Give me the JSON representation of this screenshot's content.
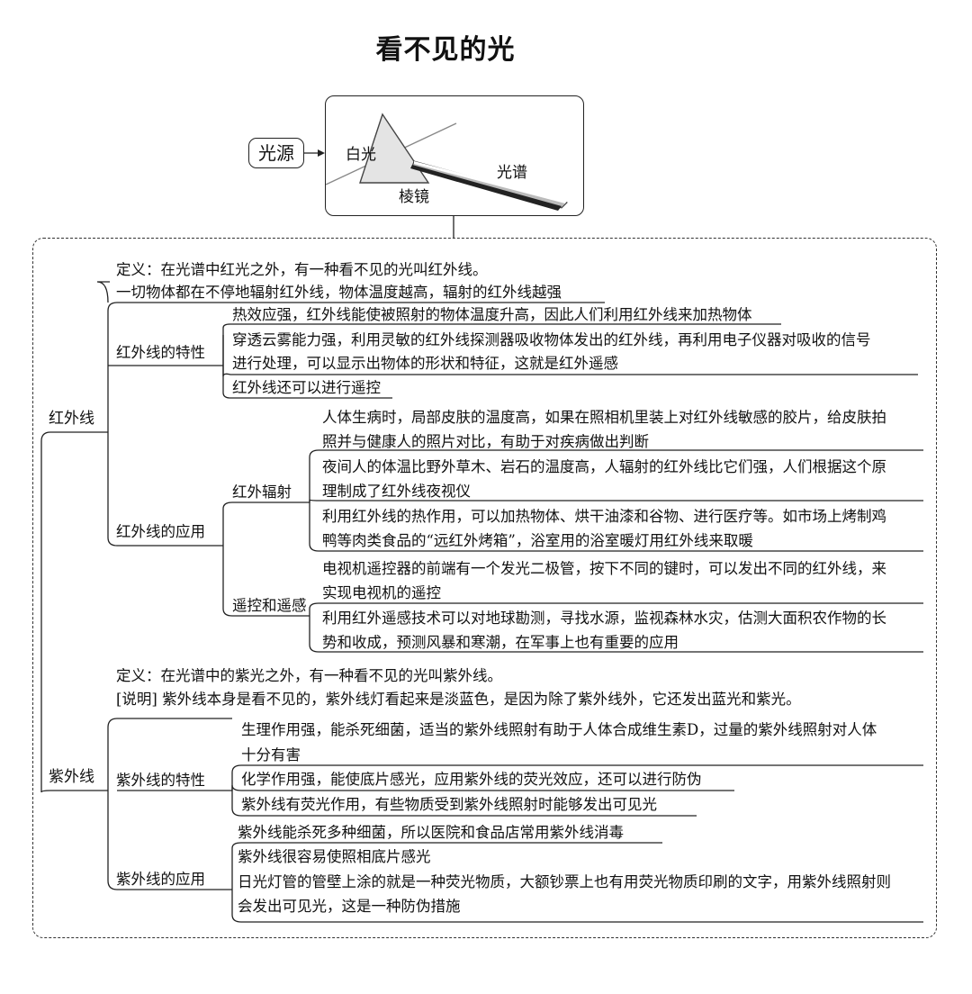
{
  "title": "看不见的光",
  "header": {
    "source": "光源",
    "white_light": "白光",
    "prism": "棱镜",
    "spectrum": "光谱"
  },
  "infrared": {
    "label": "红外线",
    "definition": "定义：在光谱中红光之外，有一种看不见的光叫红外线。",
    "radiation_note": "一切物体都在不停地辐射红外线，物体温度越高，辐射的红外线越强",
    "properties": {
      "label": "红外线的特性",
      "items": [
        "热效应强，红外线能使被照射的物体温度升高，因此人们利用红外线来加热物体",
        "穿透云雾能力强，利用灵敏的红外线探测器吸收物体发出的红外线，再利用电子仪器对吸收的信号",
        "进行处理，可以显示出物体的形状和特征，这就是红外遥感",
        "红外线还可以进行遥控"
      ]
    },
    "applications": {
      "label": "红外线的应用",
      "radiation": {
        "label": "红外辐射",
        "items": [
          "人体生病时，局部皮肤的温度高，如果在照相机里装上对红外线敏感的胶片，给皮肤拍",
          "照并与健康人的照片对比，有助于对疾病做出判断",
          "夜间人的体温比野外草木、岩石的温度高，人辐射的红外线比它们强，人们根据这个原",
          "理制成了红外线夜视仪",
          "利用红外线的热作用，可以加热物体、烘干油漆和谷物、进行医疗等。如市场上烤制鸡",
          "鸭等肉类食品的“远红外烤箱”，浴室用的浴室暖灯用红外线来取暖"
        ]
      },
      "remote": {
        "label": "遥控和遥感",
        "items": [
          "电视机遥控器的前端有一个发光二极管，按下不同的键时，可以发出不同的红外线，来",
          "实现电视机的遥控",
          "利用红外遥感技术可以对地球勘测，寻找水源，监视森林水灾，估测大面积农作物的长",
          "势和收成，预测风暴和寒潮，在军事上也有重要的应用"
        ]
      }
    }
  },
  "ultraviolet": {
    "label": "紫外线",
    "definition": "定义：在光谱中的紫光之外，有一种看不见的光叫紫外线。",
    "note": "[说明] 紫外线本身是看不见的，紫外线灯看起来是淡蓝色，是因为除了紫外线外，它还发出蓝光和紫光。",
    "properties": {
      "label": "紫外线的特性",
      "items": [
        "生理作用强，能杀死细菌，适当的紫外线照射有助于人体合成维生素D，过量的紫外线照射对人体",
        "十分有害",
        "化学作用强，能使底片感光，应用紫外线的荧光效应，还可以进行防伪",
        "紫外线有荧光作用，有些物质受到紫外线照射时能够发出可见光"
      ]
    },
    "applications": {
      "label": "紫外线的应用",
      "items": [
        "紫外线能杀死多种细菌，所以医院和食品店常用紫外线消毒",
        "紫外线很容易使照相底片感光",
        "日光灯管的管壁上涂的就是一种荧光物质，大额钞票上也有用荧光物质印刷的文字，用紫外线照射则",
        "会发出可见光，这是一种防伪措施"
      ]
    }
  }
}
